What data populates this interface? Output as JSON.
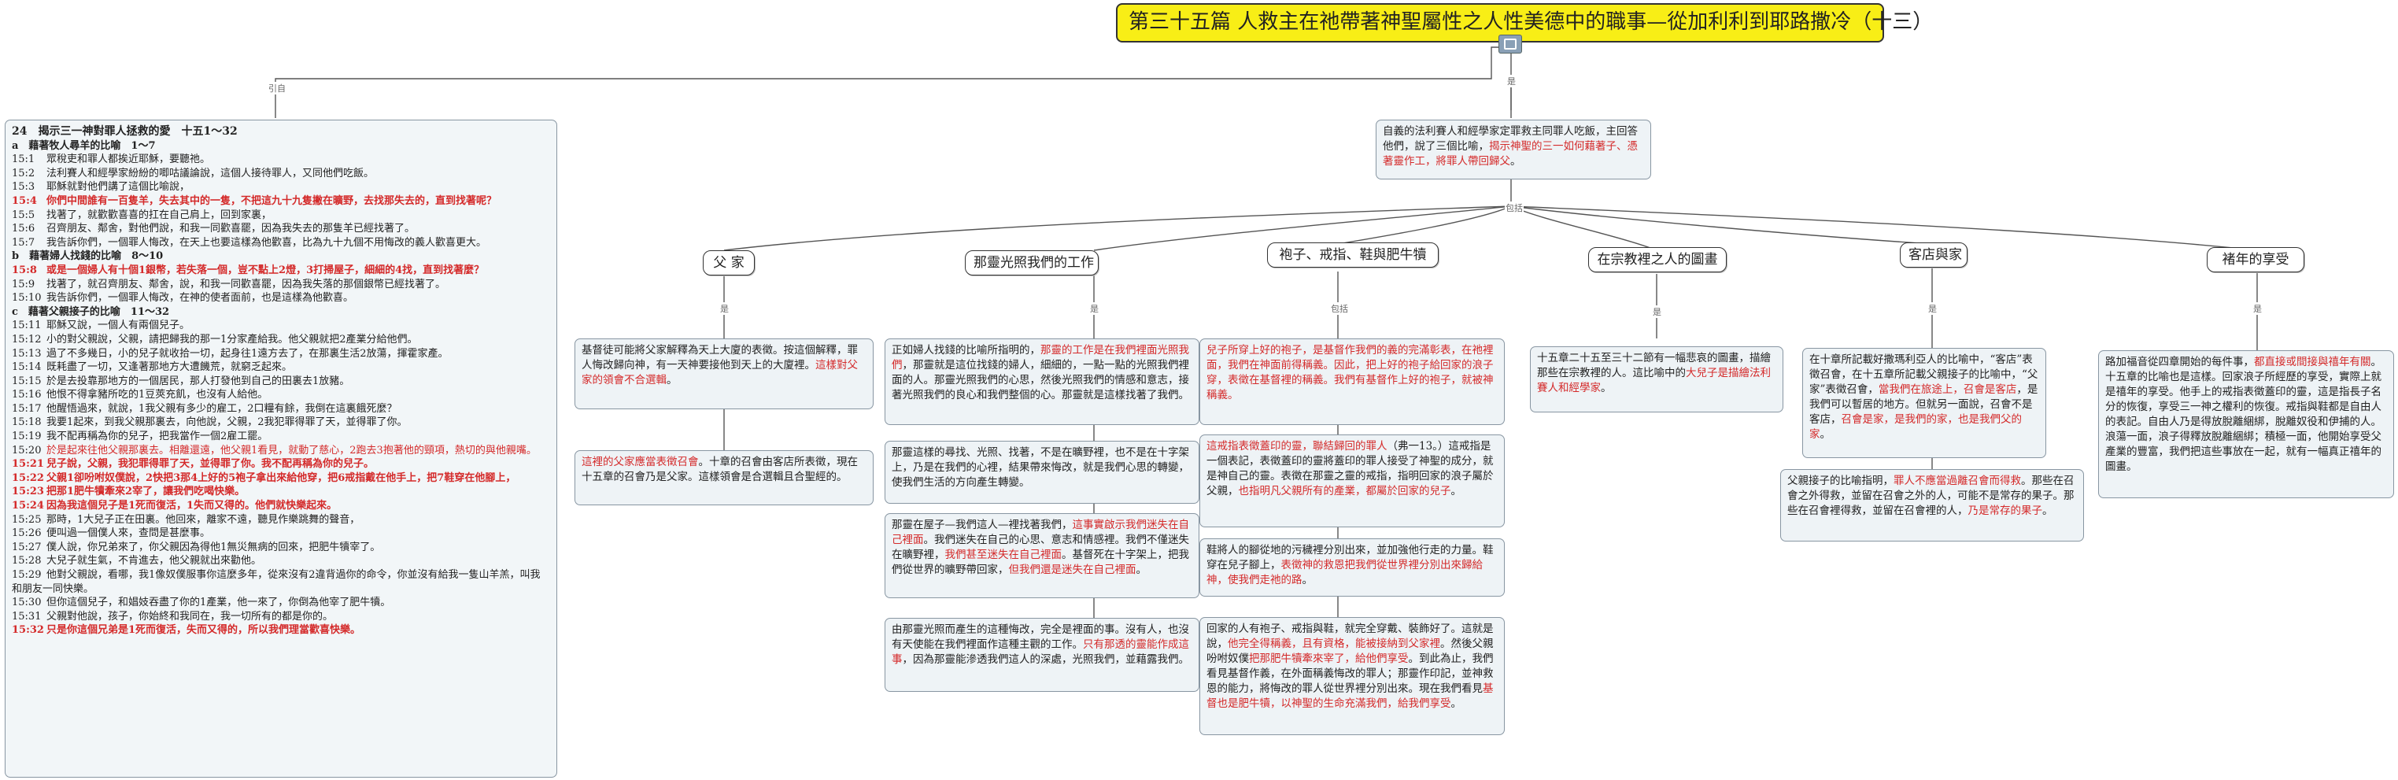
{
  "root_title": "第三十五篇 人救主在祂帶著神聖屬性之人性美德中的職事—從加利利到耶路撒冷（十三）",
  "edge_labels": {
    "quote": "引自",
    "is": "是",
    "contains": "包括"
  },
  "passage": {
    "heading": "24　揭示三一神對罪人拯救的愛　十五1～32",
    "sections": [
      {
        "label": "a　藉著牧人尋羊的比喻　1～7",
        "bold": true
      },
      {
        "ref": "15:1",
        "text": "眾稅吏和罪人都挨近耶穌，要聽祂。"
      },
      {
        "ref": "15:2",
        "text": "法利賽人和經學家紛紛的唧咕議論說，這個人接待罪人，又同他們吃飯。"
      },
      {
        "ref": "15:3",
        "text": "耶穌就對他們講了這個比喻說，"
      },
      {
        "ref": "15:4",
        "text": "你們中間誰有一百隻羊，失去其中的一隻，不把這九十九隻撇在曠野，去找那失去的，直到找著呢？",
        "red": true
      },
      {
        "ref": "15:5",
        "text": "找著了，就歡歡喜喜的扛在自己肩上，回到家裏，"
      },
      {
        "ref": "15:6",
        "text": "召齊朋友、鄰舍，對他們說，和我一同歡喜罷，因為我失去的那隻羊已經找著了。"
      },
      {
        "ref": "15:7",
        "text": "我告訴你們，一個罪人悔改，在天上也要這樣為他歡喜，比為九十九個不用悔改的義人歡喜更大。"
      },
      {
        "label": "b　藉著婦人找錢的比喻　8～10",
        "bold": true
      },
      {
        "ref": "15:8",
        "text": "或是一個婦人有十個1銀幣，若失落一個，豈不點上2燈，3打掃屋子，細細的4找，直到找著麼？",
        "red": true
      },
      {
        "ref": "15:9",
        "text": "找著了，就召齊朋友、鄰舍，說，和我一同歡喜罷，因為我失落的那個銀幣已經找著了。"
      },
      {
        "ref": "15:10",
        "text": "我告訴你們，一個罪人悔改，在神的使者面前，也是這樣為他歡喜。"
      },
      {
        "label": "c　藉著父親接子的比喻　11～32",
        "bold": true
      },
      {
        "ref": "15:11",
        "text": "耶穌又說，一個人有兩個兒子。"
      },
      {
        "ref": "15:12",
        "text": "小的對父親說，父親，請把歸我的那一1分家產給我。他父親就把2產業分給他們。"
      },
      {
        "ref": "15:13",
        "text": "過了不多幾日，小的兒子就收拾一切，起身往1遠方去了，在那裏生活2放蕩，揮霍家產。"
      },
      {
        "ref": "15:14",
        "text": "既耗盡了一切，又逢著那地方大遭饑荒，就窮乏起來。"
      },
      {
        "ref": "15:15",
        "text": "於是去投靠那地方的一個居民，那人打發他到自己的田裏去1放豬。"
      },
      {
        "ref": "15:16",
        "text": "他恨不得拿豬所吃的1豆莢充飢，也沒有人給他。"
      },
      {
        "ref": "15:17",
        "text": "他醒悟過來，就說，1我父親有多少的雇工，2口糧有餘，我倒在這裏餓死麼？"
      },
      {
        "ref": "15:18",
        "text": "我要1起來，到我父親那裏去，向他說，父親，2我犯罪得罪了天，並得罪了你。"
      },
      {
        "ref": "15:19",
        "text": "我不配再稱為你的兒子，把我當作一個2雇工罷。"
      },
      {
        "ref": "15:20",
        "text": "於是起來往他父親那裏去。相離還遠，他父親1看見，就動了慈心，2跑去3抱著他的頸項，熱切的與他親嘴。",
        "mixed": true
      },
      {
        "ref": "15:21",
        "text": "兒子說，父親，我犯罪得罪了天，並得罪了你。我不配再稱為你的兒子。",
        "red": true
      },
      {
        "ref": "15:22",
        "text": "父親1卻吩咐奴僕說，2快把3那4上好的5袍子拿出來給他穿，把6戒指戴在他手上，把7鞋穿在他腳上，",
        "red": true
      },
      {
        "ref": "15:23",
        "text": "把那1肥牛犢牽來2宰了，讓我們吃喝快樂。",
        "red": true
      },
      {
        "ref": "15:24",
        "text": "因為我這個兒子是1死而復活，1失而又得的。他們就快樂起來。",
        "red": true
      },
      {
        "ref": "15:25",
        "text": "那時，1大兒子正在田裏。他回來，離家不遠，聽見作樂跳舞的聲音，"
      },
      {
        "ref": "15:26",
        "text": "便叫過一個僕人來，查問是甚麼事。"
      },
      {
        "ref": "15:27",
        "text": "僕人說，你兄弟來了，你父親因為得他1無災無病的回來，把肥牛犢宰了。"
      },
      {
        "ref": "15:28",
        "text": "大兒子就生氣，不肯進去，他父親就出來勸他。"
      },
      {
        "ref": "15:29",
        "text": "他對父親說，看哪，我1像奴僕服事你這麼多年，從來沒有2違背過你的命令，你並沒有給我一隻山羊羔，叫我和朋友一同快樂。"
      },
      {
        "ref": "15:30",
        "text": "但你這個兒子，和娼妓吞盡了你的1產業，他一來了，你倒為他宰了肥牛犢。"
      },
      {
        "ref": "15:31",
        "text": "父親對他說，孩子，你始終和我同在，我一切所有的都是你的。"
      },
      {
        "ref": "15:32",
        "text": "只是你這個兄弟是1死而復活，失而又得的，所以我們理當歡喜快樂。",
        "red": true
      }
    ]
  },
  "intro": {
    "text_a": "自義的法利賽人和經學家定罪救主同罪人吃飯，主回答他們，說了三個比喻，",
    "text_b": "揭示神聖的三一如何藉著子、憑著靈作工，將罪人帶回歸父",
    "text_c": "。"
  },
  "topics": {
    "father_house": "父 家",
    "enlightening": "那靈光照我們的工作",
    "robe_ring_shoes": "袍子、戒指、鞋與肥牛犢",
    "enjoyment_in_house": "在宗教裡之人的圖畫",
    "inn_house": "客店與家",
    "elder_son": "褚年的享受"
  },
  "notes": {
    "father_house_1": "基督徒可能將父家解釋為天上大廈的表徵。按這個解釋，罪人悔改歸向神，有一天神要接他到天上的大廈裡。",
    "father_house_1_red": "這樣對父家的領會不合選輯",
    "father_house_1_end": "。",
    "father_house_2_red": "這裡的父家應當表徵召會",
    "father_house_2": "。十章的召會由客店所表徵，現在十五章的召會乃是父家。這樣領會是合選輯且合聖經的。",
    "enlight_1a": "正如婦人找錢的比喻所指明的，",
    "enlight_1b": "那靈的工作是在我們裡面光照我們",
    "enlight_1c": "，那靈就是這位找錢的婦人，細細的，一點一點的光照我們裡面的人。那靈光照我們的心思，然後光照我們的情感和意志，接著光照我們的良心和我們整個的心。那靈就是這樣找著了我們。",
    "enlight_2": "那靈這樣的尋找、光照、找著，不是在曠野裡，也不是在十字架上，乃是在我們的心裡，結果帶來悔改，就是我們心思的轉變，使我們生活的方向產生轉變。",
    "enlight_2_red": "乃是在我們的心裡",
    "enlight_3a": "那靈在屋子—我們這人—裡找著我們，",
    "enlight_3b": "這事實啟示我們迷失在自己裡面",
    "enlight_3c": "。我們迷失在自己的心思、意志和情感裡。我們不僅迷失在曠野裡，",
    "enlight_3d": "我們甚至迷失在自己裡面",
    "enlight_3e": "。基督死在十字架上，把我們從世界的曠野帶回家，",
    "enlight_3f": "但我們還是迷失在自己裡面",
    "enlight_3g": "。",
    "enlight_4a": "由那靈光照而產生的這種悔改，完全是裡面的事。沒有人，也沒有天使能在我們裡面作這種主觀的工作。",
    "enlight_4b": "只有那透的靈能作成這事",
    "enlight_4c": "，因為那靈能滲透我們這人的深處，光照我們，並藉露我們。",
    "robe_1": "兒子所穿上好的袍子，是基督作我們的義的完滿彰表，在祂裡面，我們在神面前得稱義。因此，把上好的袍子給回家的浪子穿，表徵在基督裡的稱義。我們有基督作上好的袍子，就被神稱義。",
    "robe_2a": "這戒指表徵蓋印的靈，聯結歸回的罪人",
    "robe_2b": "（弗一13。）這戒指是一個表記，表徵蓋印的靈將蓋印的罪人接受了神聖的成分，就是神自己的靈。表徵在那靈之靈的戒指，指明回家的浪子屬於父親，",
    "robe_2c": "也指明凡父親所有的產業，都屬於回家的兒子",
    "robe_2d": "。",
    "robe_3a": "鞋將人的腳從地的污穢裡分別出來，並加強他行走的力量。鞋穿在兒子腳上，",
    "robe_3b": "表徵神的救恩把我們從世界裡分別出來歸給神，使我們走祂的路",
    "robe_3c": "。",
    "robe_4a": "回家的人有袍子、戒指與鞋，就完全穿戴、裝飾好了。這就是說，",
    "robe_4b": "他完全得稱義，且有資格，能被接納到父家裡",
    "robe_4c": "。然後父親吩咐奴僕",
    "robe_4d": "把那肥牛犢牽來宰了，給他們享受",
    "robe_4e": "。到此為止，我們看見基督作義，在外面稱義悔改的罪人；那靈作印記，並神救恩的能力，將悔改的罪人從世界裡分別出來。現在我們看見",
    "robe_4f": "基督也是肥牛犢，以神聖的生命充滿我們，給我們享受",
    "robe_4g": "。",
    "religion_1a": "十五章二十五至三十二節有一幅悲哀的圖畫，描繪那些在宗教裡的人。這比喻中的",
    "religion_1b": "大兒子是描繪法利賽人和經學家",
    "religion_1c": "。",
    "inn_1a": "在十章所記載好撒瑪利亞人的比喻中，“客店”表徵召會，在十五章所記載父親接子的比喻中，“父家”表徵召會，",
    "inn_1b": "當我們在旅途上，召會是客店",
    "inn_1c": "，是我們可以暫居的地方。但就另一面說，召會不是客店，",
    "inn_1d": "召會是家，是我們的家，也是我們父的家",
    "inn_1e": "。",
    "inn_2a": "父親接子的比喻指明，",
    "inn_2b": "罪人不應當過離召會而得救",
    "inn_2c": "。那些在召會之外得救，並留在召會之外的人，可能不是常存的果子。那些在召會裡得救，並留在召會裡的人，",
    "inn_2d": "乃是常存的果子",
    "inn_2e": "。",
    "elder_1a": "路加福音從四章開始的每件事，",
    "elder_1b": "都直接或間接與禧年有關",
    "elder_1c": "。十五章的比喻也是這樣。回家浪子所經歷的享受，實際上就是禧年的享受。他手上的戒指表徵蓋印的靈，這是指長子名分的恢復，享受三一神之權利的恢復。戒指與鞋都是自由人的表記。自由人乃是得放脫離綑綁，脫離奴役和伊捕的人。浪蕩一面，浪子得釋放脫離綑綁；積極一面，他開始享受父產業的豐富，我們把這些事放在一起，就有一幅真正禧年的圖畫。"
  }
}
